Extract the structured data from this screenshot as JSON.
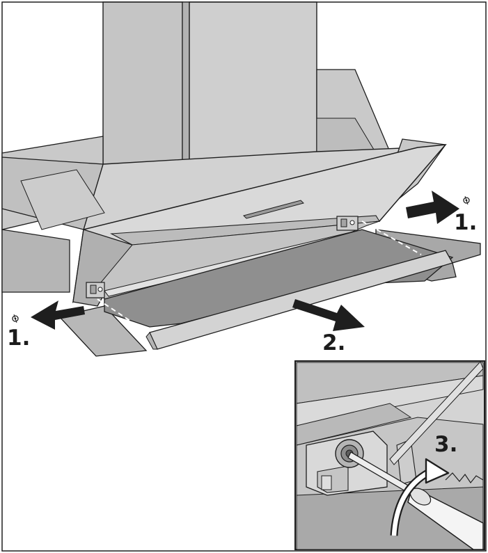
{
  "steps": {
    "step1_right": "1.",
    "step1_left": "1.",
    "step2": "2.",
    "step3": "3."
  },
  "colors": {
    "metal_light": "#d6d6d6",
    "metal_mid": "#c2c2c2",
    "metal_dark": "#a9a9a9",
    "panel_dark": "#8e8e8e",
    "outline": "#1e1e1e",
    "arrow": "#1e1e1e",
    "background": "#ffffff"
  }
}
